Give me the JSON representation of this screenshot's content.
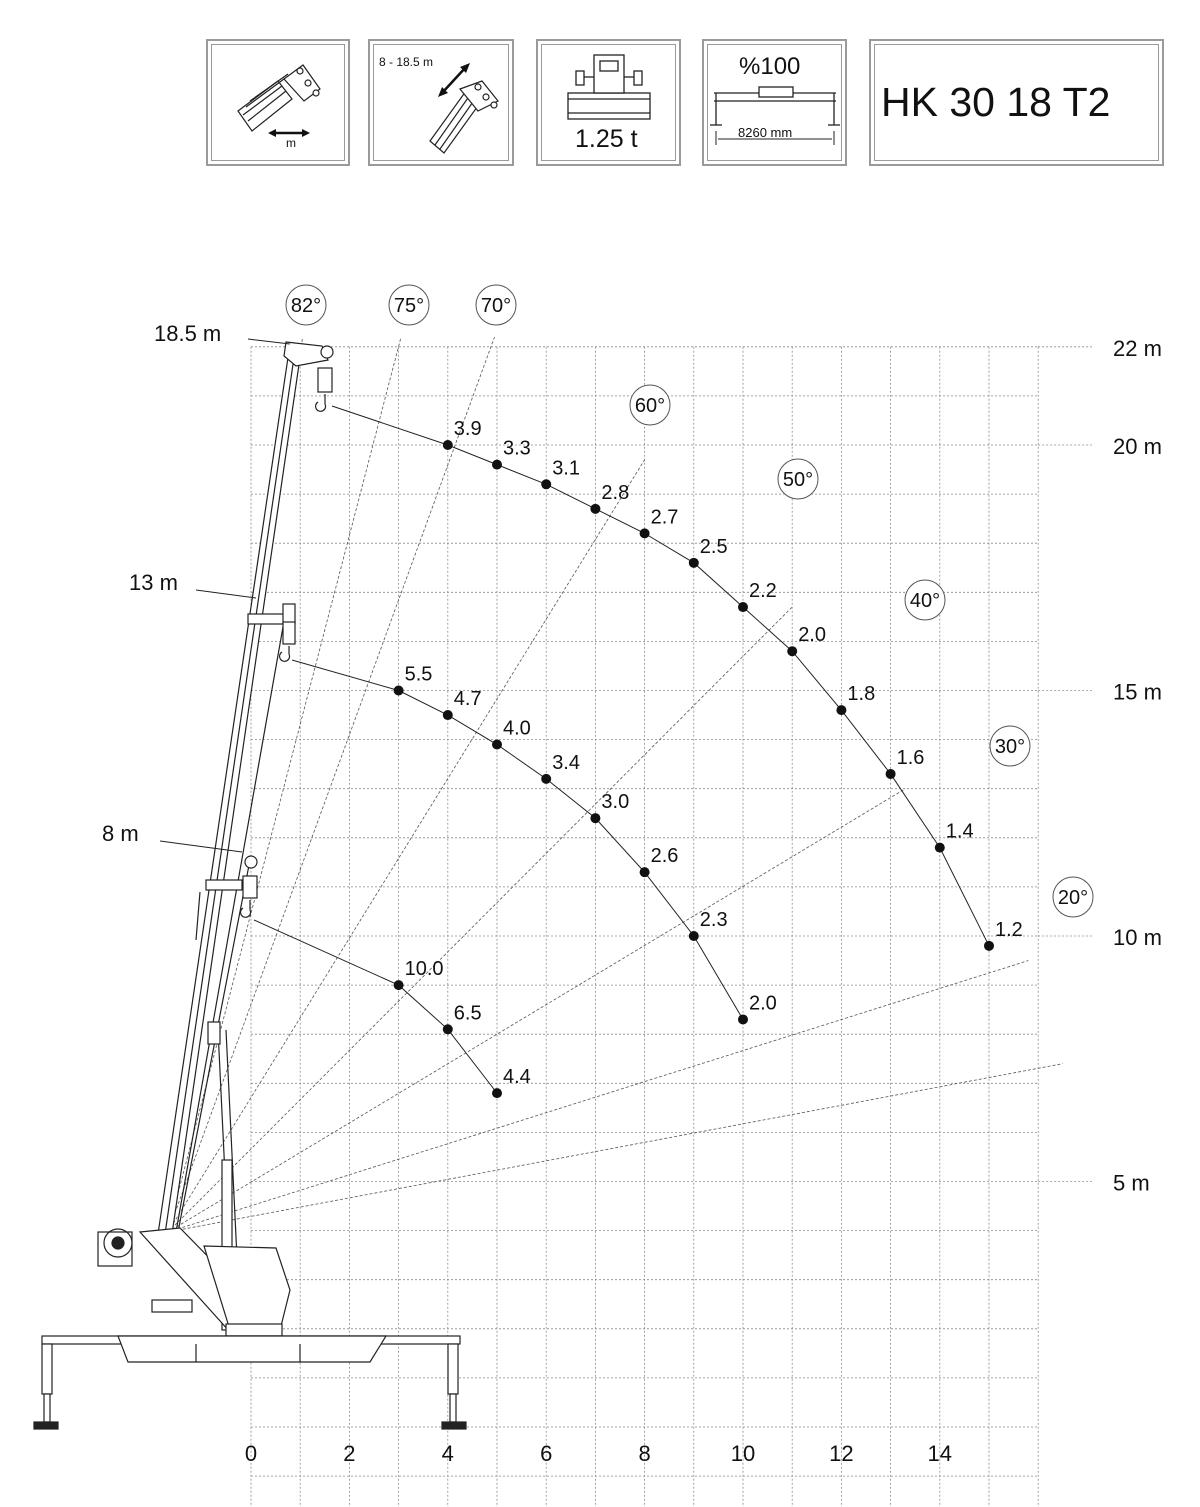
{
  "header_panels": {
    "fixed_boom": {
      "icon": "crane-boom-fixed-icon",
      "unit_label": "m"
    },
    "telescopic_boom": {
      "icon": "crane-boom-telescopic-icon",
      "range_label": "8 - 18.5 m"
    },
    "counterweight": {
      "icon": "counterweight-icon",
      "value": "1.25 t"
    },
    "outriggers": {
      "icon": "outriggers-icon",
      "percent": "%100",
      "span": "8260 mm"
    },
    "model": "HK 30 18 T2"
  },
  "chart_data": {
    "type": "scatter",
    "title": "",
    "x_axis": {
      "ticks": [
        0,
        2,
        4,
        6,
        8,
        10,
        12,
        14
      ],
      "range": [
        0,
        16
      ]
    },
    "y_axis": {
      "ticks": [
        5,
        10,
        15,
        20,
        22
      ],
      "tick_labels": [
        "5 m",
        "10 m",
        "15 m",
        "20 m",
        "22 m"
      ],
      "range": [
        0,
        22
      ]
    },
    "grid": true,
    "boom_lengths": [
      "18.5 m",
      "13 m",
      "8 m"
    ],
    "angles": [
      "82°",
      "75°",
      "70°",
      "60°",
      "50°",
      "40°",
      "30°",
      "20°"
    ],
    "series": [
      {
        "name": "18.5 m",
        "points": [
          {
            "x": 4,
            "y": 20.0,
            "load": "3.9"
          },
          {
            "x": 5,
            "y": 19.6,
            "load": "3.3"
          },
          {
            "x": 6,
            "y": 19.2,
            "load": "3.1"
          },
          {
            "x": 7,
            "y": 18.7,
            "load": "2.8"
          },
          {
            "x": 8,
            "y": 18.2,
            "load": "2.7"
          },
          {
            "x": 9,
            "y": 17.6,
            "load": "2.5"
          },
          {
            "x": 10,
            "y": 16.7,
            "load": "2.2"
          },
          {
            "x": 11,
            "y": 15.8,
            "load": "2.0"
          },
          {
            "x": 12,
            "y": 14.6,
            "load": "1.8"
          },
          {
            "x": 13,
            "y": 13.3,
            "load": "1.6"
          },
          {
            "x": 14,
            "y": 11.8,
            "load": "1.4"
          },
          {
            "x": 15,
            "y": 9.8,
            "load": "1.2"
          }
        ]
      },
      {
        "name": "13 m",
        "points": [
          {
            "x": 3,
            "y": 15.0,
            "load": "5.5"
          },
          {
            "x": 4,
            "y": 14.5,
            "load": "4.7"
          },
          {
            "x": 5,
            "y": 13.9,
            "load": "4.0"
          },
          {
            "x": 6,
            "y": 13.2,
            "load": "3.4"
          },
          {
            "x": 7,
            "y": 12.4,
            "load": "3.0"
          },
          {
            "x": 8,
            "y": 11.3,
            "load": "2.6"
          },
          {
            "x": 9,
            "y": 10.0,
            "load": "2.3"
          },
          {
            "x": 10,
            "y": 8.3,
            "load": "2.0"
          }
        ]
      },
      {
        "name": "8 m",
        "points": [
          {
            "x": 3,
            "y": 9.0,
            "load": "10.0"
          },
          {
            "x": 4,
            "y": 8.1,
            "load": "6.5"
          },
          {
            "x": 5,
            "y": 6.8,
            "load": "4.4"
          }
        ]
      }
    ]
  }
}
